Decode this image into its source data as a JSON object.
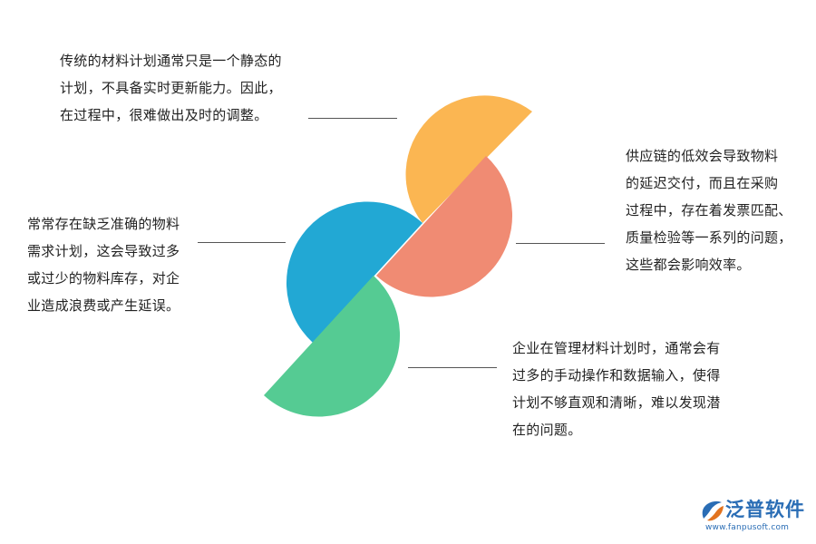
{
  "paragraphs": {
    "top_left": [
      "传统的材料计划通常只是一个静态的",
      "计划，不具备实时更新能力。因此，",
      "在过程中，很难做出及时的调整。"
    ],
    "mid_left": [
      "常常存在缺乏准确的物料",
      "需求计划，这会导致过多",
      "或过少的物料库存，对企",
      "业造成浪费或产生延误。"
    ],
    "top_right": [
      "供应链的低效会导致物料",
      "的延迟交付，而且在采购",
      "过程中，存在着发票匹配、",
      "质量检验等一系列的问题，",
      "这些都会影响效率。"
    ],
    "bottom_right": [
      "企业在管理材料计划时，通常会有",
      "过多的手动操作和数据输入，使得",
      "计划不够直观和清晰，难以发现潜",
      "在的问题。"
    ]
  },
  "colors": {
    "yellow": "#FBB652",
    "salmon": "#F08B73",
    "blue": "#22A8D4",
    "green": "#55CB93",
    "leader": "#555555",
    "brand": "#2A6DB5"
  },
  "logo": {
    "name": "泛普软件",
    "url": "www.fanpusoft.com",
    "icon": "fanpu-logo-icon"
  }
}
